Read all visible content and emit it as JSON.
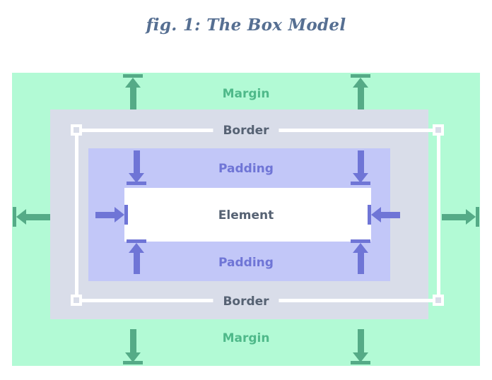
{
  "figure": {
    "title": "fig. 1: The Box Model"
  },
  "box_model": {
    "regions": [
      {
        "name": "margin",
        "label": "Margin",
        "color": "#b2fad5",
        "text_color": "#4fb98a"
      },
      {
        "name": "border",
        "label": "Border",
        "color": "#d9dde9",
        "text_color": "#566273"
      },
      {
        "name": "padding",
        "label": "Padding",
        "color": "#c2c7f8",
        "text_color": "#6f75d6"
      },
      {
        "name": "element",
        "label": "Element",
        "color": "#ffffff",
        "text_color": "#566273"
      }
    ],
    "labels": {
      "margin_top": "Margin",
      "border_top": "Border",
      "padding_top": "Padding",
      "element": "Element",
      "padding_bottom": "Padding",
      "border_bottom": "Border",
      "margin_bottom": "Margin"
    },
    "arrow_colors": {
      "margin": "#55ab87",
      "padding": "#6f75d6"
    },
    "guide_line_color": "#ffffff",
    "handle_color": "#ffffff"
  }
}
